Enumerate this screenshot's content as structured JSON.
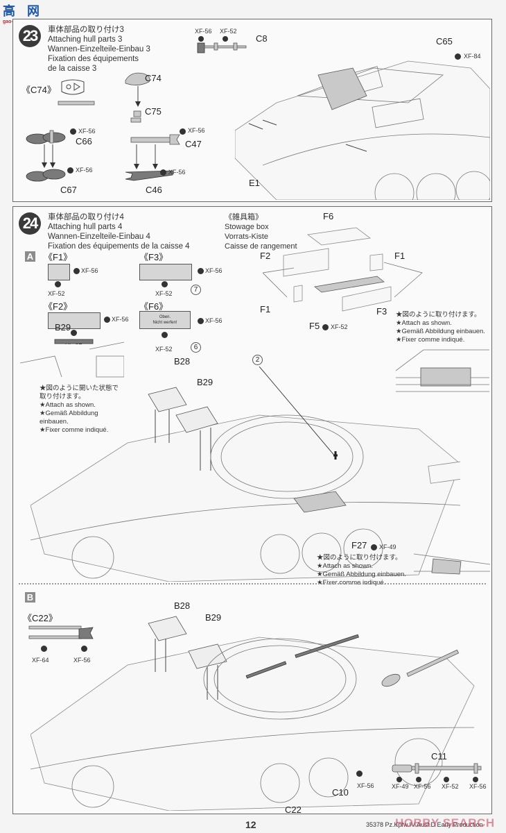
{
  "watermark_top": {
    "brand_chars": "高 网",
    "site": "gao-shou.com"
  },
  "step23": {
    "number": "23",
    "title_ja": "車体部品の取り付け3",
    "title_en": "Attaching hull parts 3",
    "title_de": "Wannen-Einzelteile-Einbau 3",
    "title_fr_1": "Fixation des équipements",
    "title_fr_2": "de la caisse 3",
    "detail_c74_label": "《C74》",
    "parts": {
      "c74": "C74",
      "c75": "C75",
      "c66": "C66",
      "c67": "C67",
      "c47": "C47",
      "c46": "C46",
      "c8": "C8",
      "c65": "C65",
      "e1": "E1"
    },
    "paints": {
      "c66": "XF-56",
      "c67": "XF-56",
      "c47": "XF-56",
      "c46": "XF-56",
      "c8_a": "XF-56",
      "c8_b": "XF-52",
      "c65": "XF-84"
    }
  },
  "step24": {
    "number": "24",
    "title_ja": "車体部品の取り付け4",
    "title_en": "Attaching hull parts 4",
    "title_de": "Wannen-Einzelteile-Einbau 4",
    "title_fr": "Fixation des équipements de la caisse 4",
    "section_a": "A",
    "section_b": "B",
    "box_details": [
      {
        "label": "《F1》",
        "paint_side": "XF-56",
        "paint_bottom": "XF-52",
        "decal": ""
      },
      {
        "label": "《F3》",
        "paint_side": "XF-56",
        "paint_bottom": "XF-52",
        "decal": "7"
      },
      {
        "label": "《F2》",
        "paint_side": "XF-56",
        "paint_bottom": "XF-52",
        "decal": ""
      },
      {
        "label": "《F6》",
        "paint_side": "XF-56",
        "paint_bottom": "XF-52",
        "decal": "6",
        "stencil_1": "Oben.",
        "stencil_2": "Nicht werfen!"
      }
    ],
    "stowage": {
      "title_ja": "《雑具箱》",
      "title_en": "Stowage box",
      "title_de": "Vorrats-Kiste",
      "title_fr": "Caisse de rangement",
      "parts": {
        "f6": "F6",
        "f2": "F2",
        "f1_right": "F1",
        "f1_left": "F1",
        "f3": "F3",
        "f5": "F5"
      },
      "f5_paint": "XF-52"
    },
    "note_stowage": [
      "★図のように取り付けます。",
      "★Attach as shown.",
      "★Gemäß Abbildung einbauen.",
      "★Fixer comme indiqué."
    ],
    "note_hatch": [
      "★図のように開いた状態で",
      "取り付けます。",
      "★Attach as shown.",
      "★Gemäß Abbildung",
      "einbauen.",
      "★Fixer comme indiqué."
    ],
    "note_f27": [
      "★図のように取り付けます。",
      "★Attach as shown.",
      "★Gemäß Abbildung einbauen.",
      "★Fixer comme indiqué."
    ],
    "a_parts": {
      "b29_detail": "B29",
      "b28": "B28",
      "b29": "B29",
      "f27": "F27",
      "f27_paint": "XF-49",
      "decal_2": "2"
    },
    "b_detail_label": "《C22》",
    "b_detail_paints": [
      "XF-64",
      "XF-56"
    ],
    "b_parts": {
      "b28": "B28",
      "b29": "B29",
      "c22": "C22",
      "c10": "C10",
      "c10_paint": "XF-56",
      "c11": "C11"
    },
    "c11_paints": [
      "XF-49",
      "XF-56",
      "XF-52",
      "XF-56"
    ]
  },
  "footer": {
    "page_number": "12",
    "kit_code": "35378 Pz.Kpfw.IV Ausf.D Early Production",
    "watermark": "HOBBY SEARCH"
  }
}
